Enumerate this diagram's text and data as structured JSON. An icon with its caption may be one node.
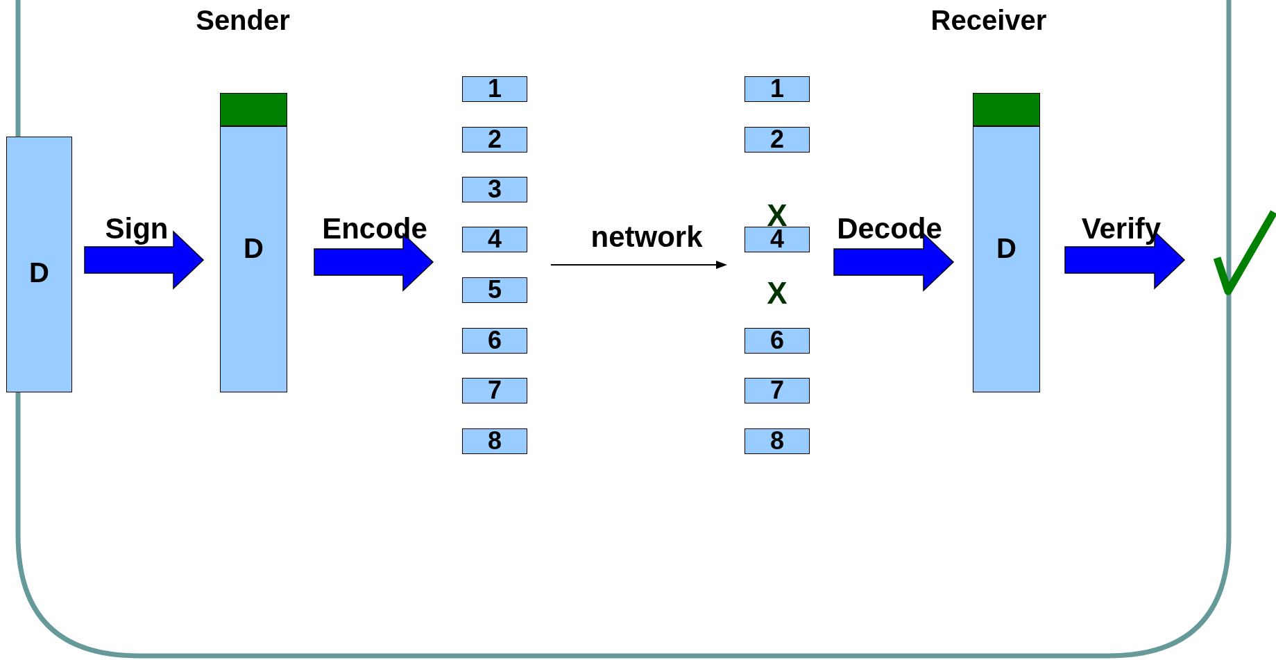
{
  "diagram": {
    "nodes": [
      {
        "text": [
          "D"
        ]
      },
      {
        "text": [
          "D"
        ]
      },
      {
        "text": [
          "1"
        ]
      },
      {
        "text": [
          "2"
        ]
      },
      {
        "text": [
          "3"
        ]
      },
      {
        "text": [
          "4"
        ]
      },
      {
        "text": [
          "5"
        ]
      },
      {
        "text": [
          "6"
        ]
      },
      {
        "text": [
          "7"
        ]
      },
      {
        "text": [
          "8"
        ]
      },
      {
        "text": [
          "1"
        ]
      },
      {
        "text": [
          "2"
        ]
      },
      {
        "text": [
          "4"
        ]
      },
      {
        "text": [
          "6"
        ]
      },
      {
        "text": [
          "7"
        ]
      },
      {
        "text": [
          "8"
        ]
      },
      {
        "text": [
          "D"
        ]
      },
      {
        "text": [],
        "shape": "checkmark"
      }
    ],
    "edges": [
      {
        "from": 0,
        "to": 1,
        "arrow": "to",
        "label": "Sign",
        "style": "thick"
      },
      {
        "from": 1,
        "to": null,
        "arrow": "to",
        "label": "Encode",
        "style": "thick"
      },
      {
        "from": null,
        "to": 16,
        "arrow": "to",
        "label": "Decode",
        "style": "thick"
      },
      {
        "from": 16,
        "to": 17,
        "arrow": "to",
        "label": "Verify",
        "style": "thick"
      }
    ],
    "labels": [
      "Sender",
      "Receiver",
      "X",
      "network",
      "X"
    ]
  }
}
